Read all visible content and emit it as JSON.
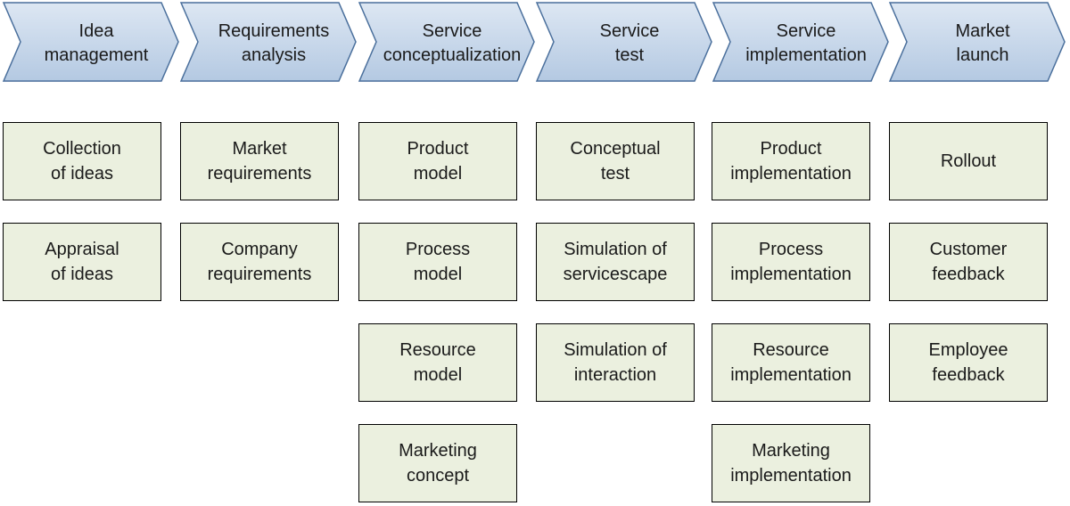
{
  "colors": {
    "chevron_fill_top": "#dde7f3",
    "chevron_fill_bottom": "#b4c9e2",
    "chevron_stroke": "#4a6f9c",
    "box_fill": "#ebf0df",
    "box_stroke": "#000000"
  },
  "phases": [
    {
      "title_lines": [
        "Idea",
        "management"
      ],
      "activities": [
        "Collection\nof ideas",
        "Appraisal\nof ideas"
      ]
    },
    {
      "title_lines": [
        "Requirements",
        "analysis"
      ],
      "activities": [
        "Market\nrequirements",
        "Company\nrequirements"
      ]
    },
    {
      "title_lines": [
        "Service",
        "conceptualization"
      ],
      "activities": [
        "Product\nmodel",
        "Process\nmodel",
        "Resource\nmodel",
        "Marketing\nconcept"
      ]
    },
    {
      "title_lines": [
        "Service",
        "test"
      ],
      "activities": [
        "Conceptual\ntest",
        "Simulation of\nservicescape",
        "Simulation of\ninteraction"
      ]
    },
    {
      "title_lines": [
        "Service",
        "implementation"
      ],
      "activities": [
        "Product\nimplementation",
        "Process\nimplementation",
        "Resource\nimplementation",
        "Marketing\nimplementation"
      ]
    },
    {
      "title_lines": [
        "Market",
        "launch"
      ],
      "activities": [
        "Rollout",
        "Customer\nfeedback",
        "Employee\nfeedback"
      ]
    }
  ]
}
